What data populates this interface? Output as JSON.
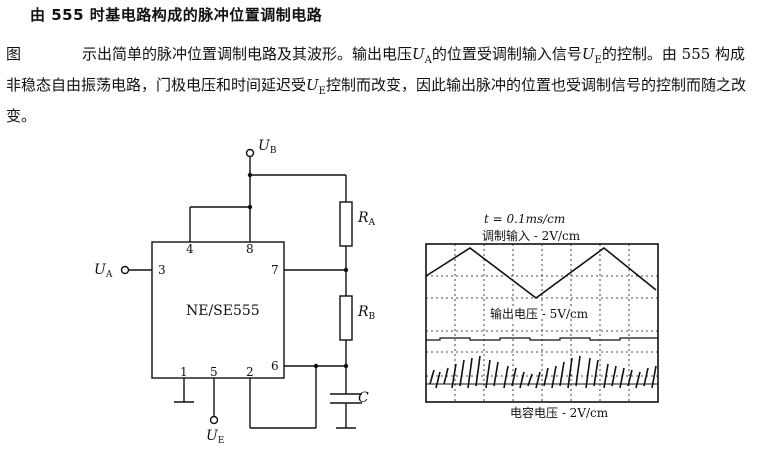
{
  "heading": "由 555 时基电路构成的脉冲位置调制电路",
  "paragraph": {
    "lead": "图",
    "text1": "示出简单的脉冲位置调制电路及其波形。输出电压",
    "ua_symbol": "U",
    "ua_sub": "A",
    "text2": "的位置受调制输入信号",
    "ue_symbol": "U",
    "ue_sub": "E",
    "text3": "的控制。由 555 构成非稳态自由振荡电路，门极电压和时间延迟受",
    "text4": "控制而改变，因此输出脉冲的位置也受调制信号的控制而随之改变。"
  },
  "schematic": {
    "ic_label": "NE/SE555",
    "supply": "U",
    "supply_sub": "B",
    "output": "U",
    "output_sub": "A",
    "control": "U",
    "control_sub": "E",
    "resistor_a": "R",
    "resistor_a_sub": "A",
    "resistor_b": "R",
    "resistor_b_sub": "B",
    "capacitor": "C",
    "pins": [
      "4",
      "8",
      "3",
      "7",
      "6",
      "1",
      "5",
      "2"
    ]
  },
  "scope": {
    "timebase": "t = 0.1ms/cm",
    "trace1_label": "调制输入 - 2V/cm",
    "trace2_label": "输出电压 - 5V/cm",
    "trace3_label": "电容电压 - 2V/cm"
  }
}
